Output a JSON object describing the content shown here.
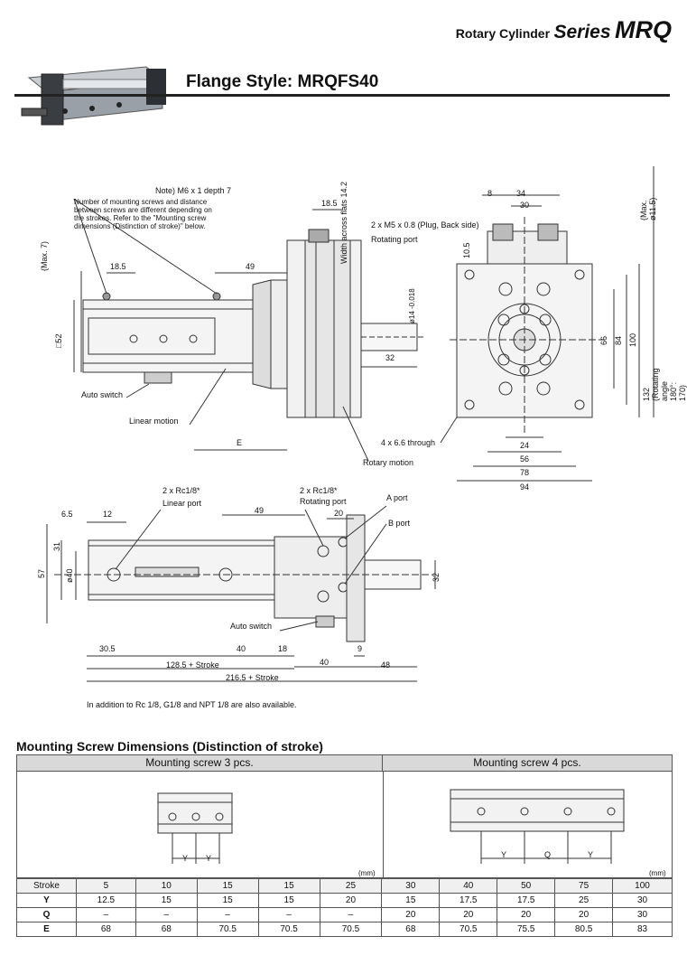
{
  "header": {
    "product": "Rotary Cylinder",
    "series_word": "Series",
    "series_code": "MRQ",
    "page_title": "Flange Style: MRQFS40"
  },
  "drawing_top": {
    "note_title": "Note) M6 x 1 depth 7",
    "note_lines": [
      "Number of mounting screws and distance",
      "between screws are different depending on",
      "the strokes. Refer to the \"Mounting screw",
      "dimensions (Distinction of stroke)\" below."
    ],
    "max7": "(Max. 7)",
    "d18_5a": "18.5",
    "d49": "49",
    "sq52": "□52",
    "d18_5b": "18.5",
    "width_flats": "Width across flats 14.2",
    "dia14": "ø14 -0.018",
    "d32": "32",
    "auto_switch": "Auto switch",
    "linear_motion": "Linear motion",
    "dim_e": "E",
    "rotary_motion": "Rotary motion",
    "d8": "8",
    "d34": "34",
    "d30": "30",
    "plug_note": "2 x M5 x 0.8 (Plug, Back side)",
    "rotating_port": "Rotating port",
    "d10_5": "10.5",
    "max11_5": "(Max. ø11.5)",
    "d66": "66",
    "d84": "84",
    "d100": "100",
    "d132": "132 (Rotating angle 180°: 170)",
    "through": "4 x 6.6 through",
    "d24": "24",
    "d56": "56",
    "d78": "78",
    "d94": "94"
  },
  "drawing_bottom": {
    "rc_linear": "2 x Rc1/8*",
    "linear_port": "Linear port",
    "rc_rotating": "2 x Rc1/8*",
    "rotating_port": "Rotating port",
    "a_port": "A port",
    "b_port": "B port",
    "d6_5": "6.5",
    "d12": "12",
    "d49": "49",
    "d20": "20",
    "d57": "57",
    "d31": "31",
    "dia40": "ø40",
    "d32": "32",
    "auto_switch": "Auto switch",
    "d30_5": "30.5",
    "d40a": "40",
    "d18": "18",
    "d9": "9",
    "d40b": "40",
    "d48": "48",
    "d128": "128.5 + Stroke",
    "d216": "216.5 + Stroke",
    "footnote": "In addition to Rc 1/8, G1/8 and NPT 1/8 are also available."
  },
  "mounting": {
    "section_title": "Mounting Screw Dimensions (Distinction of stroke)",
    "left_header": "Mounting screw 3 pcs.",
    "right_header": "Mounting screw 4 pcs.",
    "y_label": "Y",
    "q_label": "Q",
    "unit": "(mm)",
    "row_labels": [
      "Stroke",
      "Y",
      "Q",
      "E"
    ],
    "stroke": [
      "5",
      "10",
      "15",
      "15",
      "25",
      "30",
      "40",
      "50",
      "75",
      "100"
    ],
    "y": [
      "12.5",
      "15",
      "15",
      "15",
      "20",
      "15",
      "17.5",
      "17.5",
      "25",
      "30"
    ],
    "q": [
      "–",
      "–",
      "–",
      "–",
      "–",
      "20",
      "20",
      "20",
      "20",
      "30"
    ],
    "e": [
      "68",
      "68",
      "70.5",
      "70.5",
      "70.5",
      "68",
      "70.5",
      "75.5",
      "80.5",
      "83"
    ]
  }
}
